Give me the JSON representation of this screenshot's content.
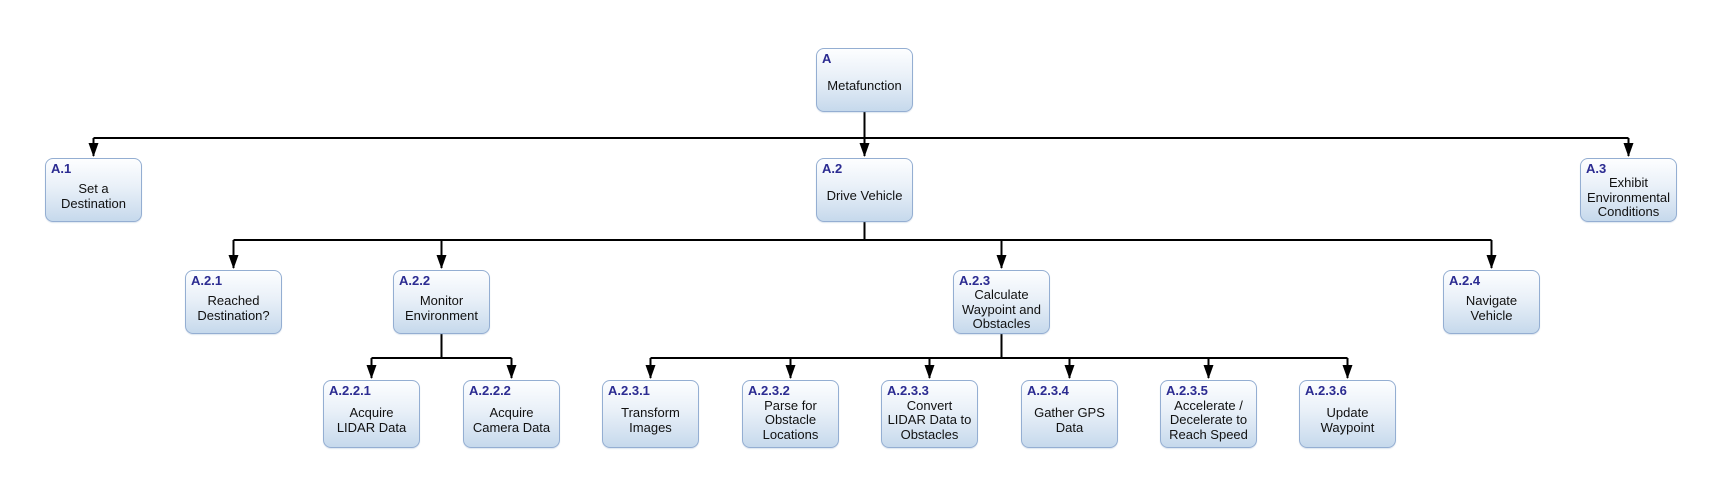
{
  "diagram": {
    "type": "hierarchy-tree",
    "nodes": [
      {
        "id": "A",
        "label": "Metafunction"
      },
      {
        "id": "A.1",
        "label": "Set a\nDestination"
      },
      {
        "id": "A.2",
        "label": "Drive Vehicle"
      },
      {
        "id": "A.3",
        "label": "Exhibit\nEnvironmental\nConditions"
      },
      {
        "id": "A.2.1",
        "label": "Reached\nDestination?"
      },
      {
        "id": "A.2.2",
        "label": "Monitor\nEnvironment"
      },
      {
        "id": "A.2.3",
        "label": "Calculate\nWaypoint and\nObstacles"
      },
      {
        "id": "A.2.4",
        "label": "Navigate\nVehicle"
      },
      {
        "id": "A.2.2.1",
        "label": "Acquire\nLIDAR Data"
      },
      {
        "id": "A.2.2.2",
        "label": "Acquire\nCamera Data"
      },
      {
        "id": "A.2.3.1",
        "label": "Transform\nImages"
      },
      {
        "id": "A.2.3.2",
        "label": "Parse for\nObstacle\nLocations"
      },
      {
        "id": "A.2.3.3",
        "label": "Convert\nLIDAR Data to\nObstacles"
      },
      {
        "id": "A.2.3.4",
        "label": "Gather GPS\nData"
      },
      {
        "id": "A.2.3.5",
        "label": "Accelerate /\nDecelerate to\nReach Speed"
      },
      {
        "id": "A.2.3.6",
        "label": "Update\nWaypoint"
      }
    ],
    "edges": [
      {
        "from": "A",
        "to": "A.1"
      },
      {
        "from": "A",
        "to": "A.2"
      },
      {
        "from": "A",
        "to": "A.3"
      },
      {
        "from": "A.2",
        "to": "A.2.1"
      },
      {
        "from": "A.2",
        "to": "A.2.2"
      },
      {
        "from": "A.2",
        "to": "A.2.3"
      },
      {
        "from": "A.2",
        "to": "A.2.4"
      },
      {
        "from": "A.2.2",
        "to": "A.2.2.1"
      },
      {
        "from": "A.2.2",
        "to": "A.2.2.2"
      },
      {
        "from": "A.2.3",
        "to": "A.2.3.1"
      },
      {
        "from": "A.2.3",
        "to": "A.2.3.2"
      },
      {
        "from": "A.2.3",
        "to": "A.2.3.3"
      },
      {
        "from": "A.2.3",
        "to": "A.2.3.4"
      },
      {
        "from": "A.2.3",
        "to": "A.2.3.5"
      },
      {
        "from": "A.2.3",
        "to": "A.2.3.6"
      }
    ],
    "colors": {
      "node_border": "#94aed2",
      "node_fill_top": "#fdfeff",
      "node_fill_bottom": "#c6d9ec",
      "id_text": "#2b2b91",
      "body_text": "#111111",
      "connector": "#000000"
    }
  }
}
